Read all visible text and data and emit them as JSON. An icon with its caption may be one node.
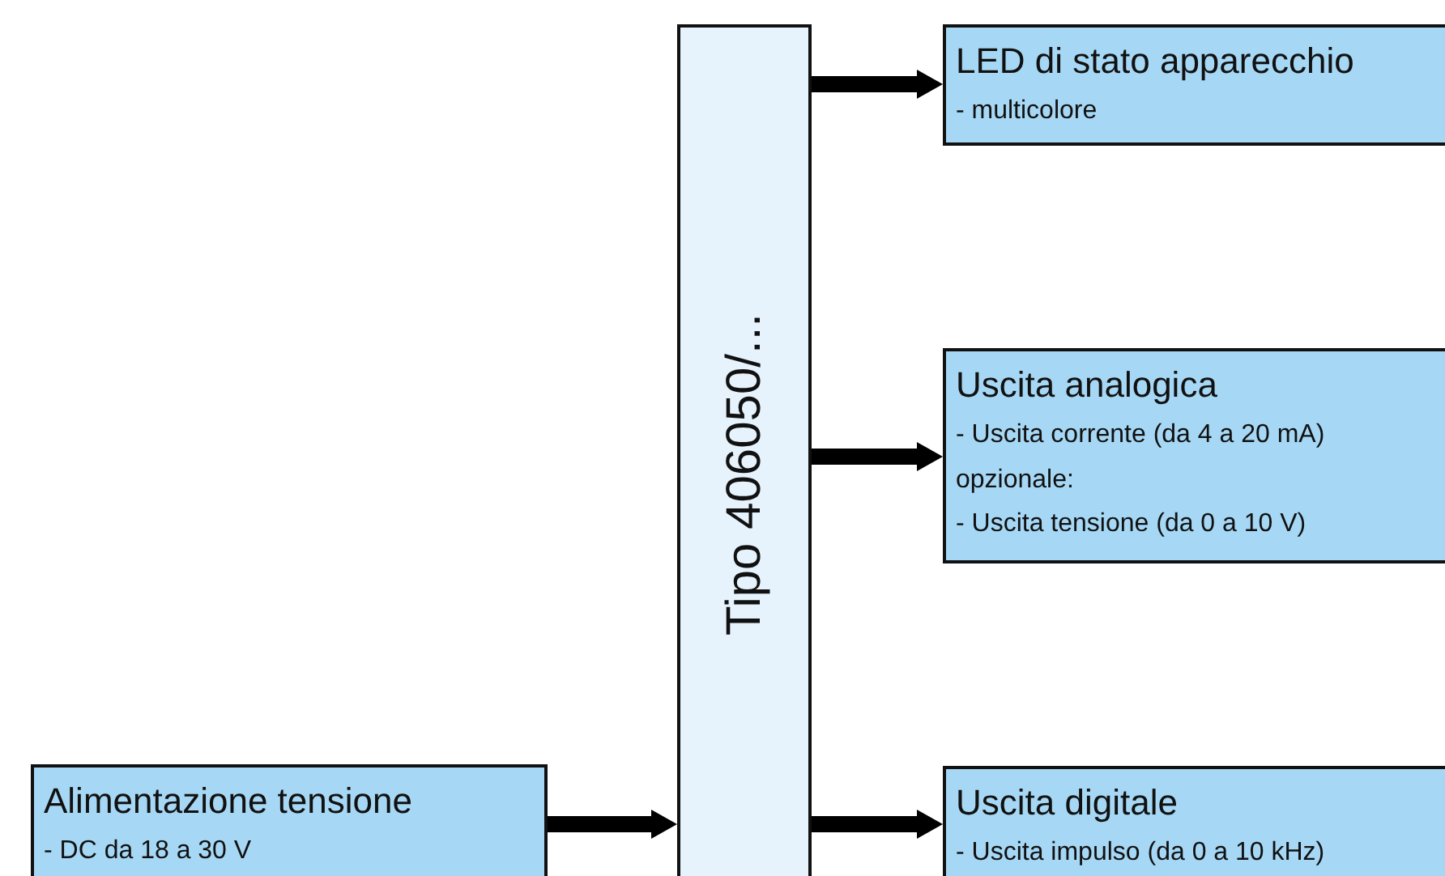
{
  "diagram": {
    "nodes": [
      {
        "text": [
          "Alimentazione tensione",
          "- DC da 18 a 30 V"
        ]
      },
      {
        "text": [
          "Tipo 406050/..."
        ]
      },
      {
        "text": [
          "LED di stato apparecchio",
          "- multicolore"
        ]
      },
      {
        "text": [
          "Uscita analogica",
          "- Uscita corrente (da 4 a 20 mA)",
          "opzionale:",
          "- Uscita tensione (da 0 a 10 V)"
        ]
      },
      {
        "text": [
          "Uscita digitale",
          "- Uscita impulso (da 0 a 10 kHz)"
        ]
      }
    ],
    "edges": [
      {
        "from": 0,
        "to": 1,
        "arrow": "to"
      },
      {
        "from": 1,
        "to": 2,
        "arrow": "to"
      },
      {
        "from": 1,
        "to": 3,
        "arrow": "to"
      },
      {
        "from": 1,
        "to": 4,
        "arrow": "to"
      }
    ]
  }
}
